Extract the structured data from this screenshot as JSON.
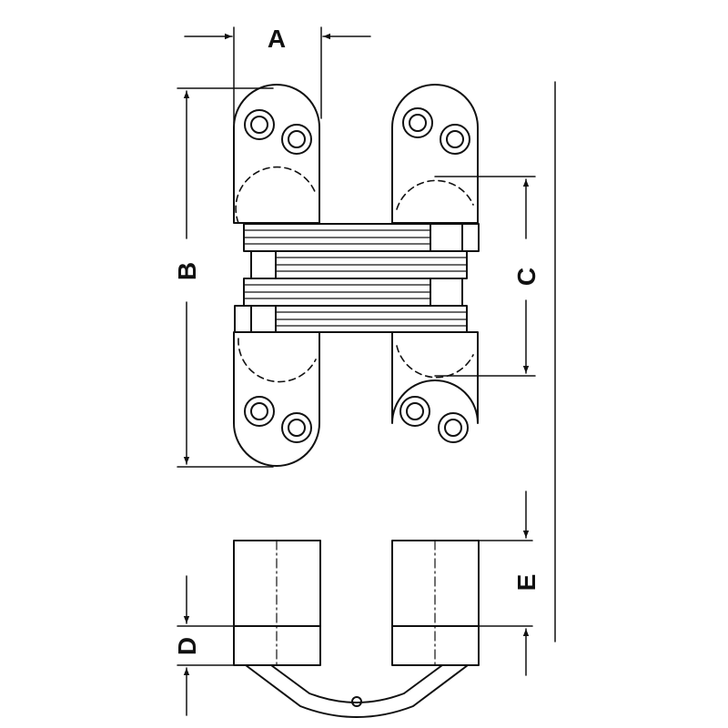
{
  "dimension_labels": {
    "A": "A",
    "B": "B",
    "C": "C",
    "D": "D",
    "E": "E"
  },
  "colors": {
    "line": "#111111",
    "background": "#ffffff"
  }
}
